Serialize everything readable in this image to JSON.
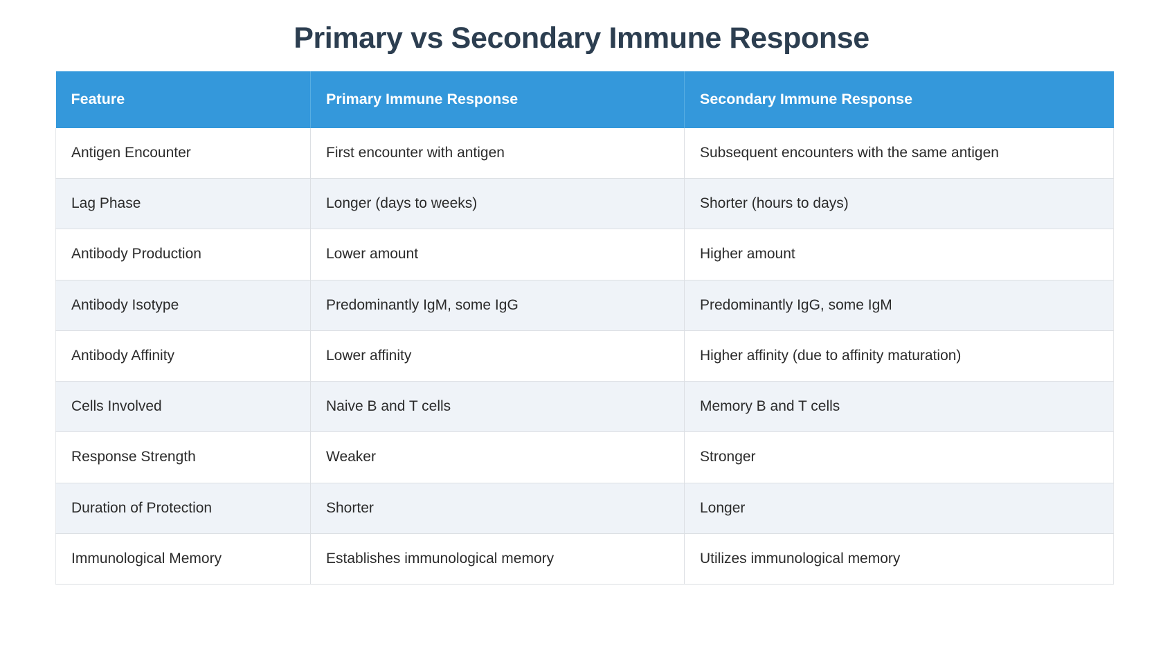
{
  "page": {
    "title": "Primary vs Secondary Immune Response"
  },
  "theme": {
    "header_bg": "#3498db",
    "header_text": "#ffffff",
    "title_color": "#2c3e50",
    "row_alt_bg": "#eff3f8",
    "row_bg": "#ffffff",
    "cell_text": "#2b2b2b",
    "border": "#dcdfe3"
  },
  "table": {
    "columns": [
      "Feature",
      "Primary Immune Response",
      "Secondary Immune Response"
    ],
    "rows": [
      {
        "feature": "Antigen Encounter",
        "primary": "First encounter with antigen",
        "secondary": "Subsequent encounters with the same antigen"
      },
      {
        "feature": "Lag Phase",
        "primary": "Longer (days to weeks)",
        "secondary": "Shorter (hours to days)"
      },
      {
        "feature": "Antibody Production",
        "primary": "Lower amount",
        "secondary": "Higher amount"
      },
      {
        "feature": "Antibody Isotype",
        "primary": "Predominantly IgM, some IgG",
        "secondary": "Predominantly IgG, some IgM"
      },
      {
        "feature": "Antibody Affinity",
        "primary": "Lower affinity",
        "secondary": "Higher affinity (due to affinity maturation)"
      },
      {
        "feature": "Cells Involved",
        "primary": "Naive B and T cells",
        "secondary": "Memory B and T cells"
      },
      {
        "feature": "Response Strength",
        "primary": "Weaker",
        "secondary": "Stronger"
      },
      {
        "feature": "Duration of Protection",
        "primary": "Shorter",
        "secondary": "Longer"
      },
      {
        "feature": "Immunological Memory",
        "primary": "Establishes immunological memory",
        "secondary": "Utilizes immunological memory"
      }
    ]
  }
}
